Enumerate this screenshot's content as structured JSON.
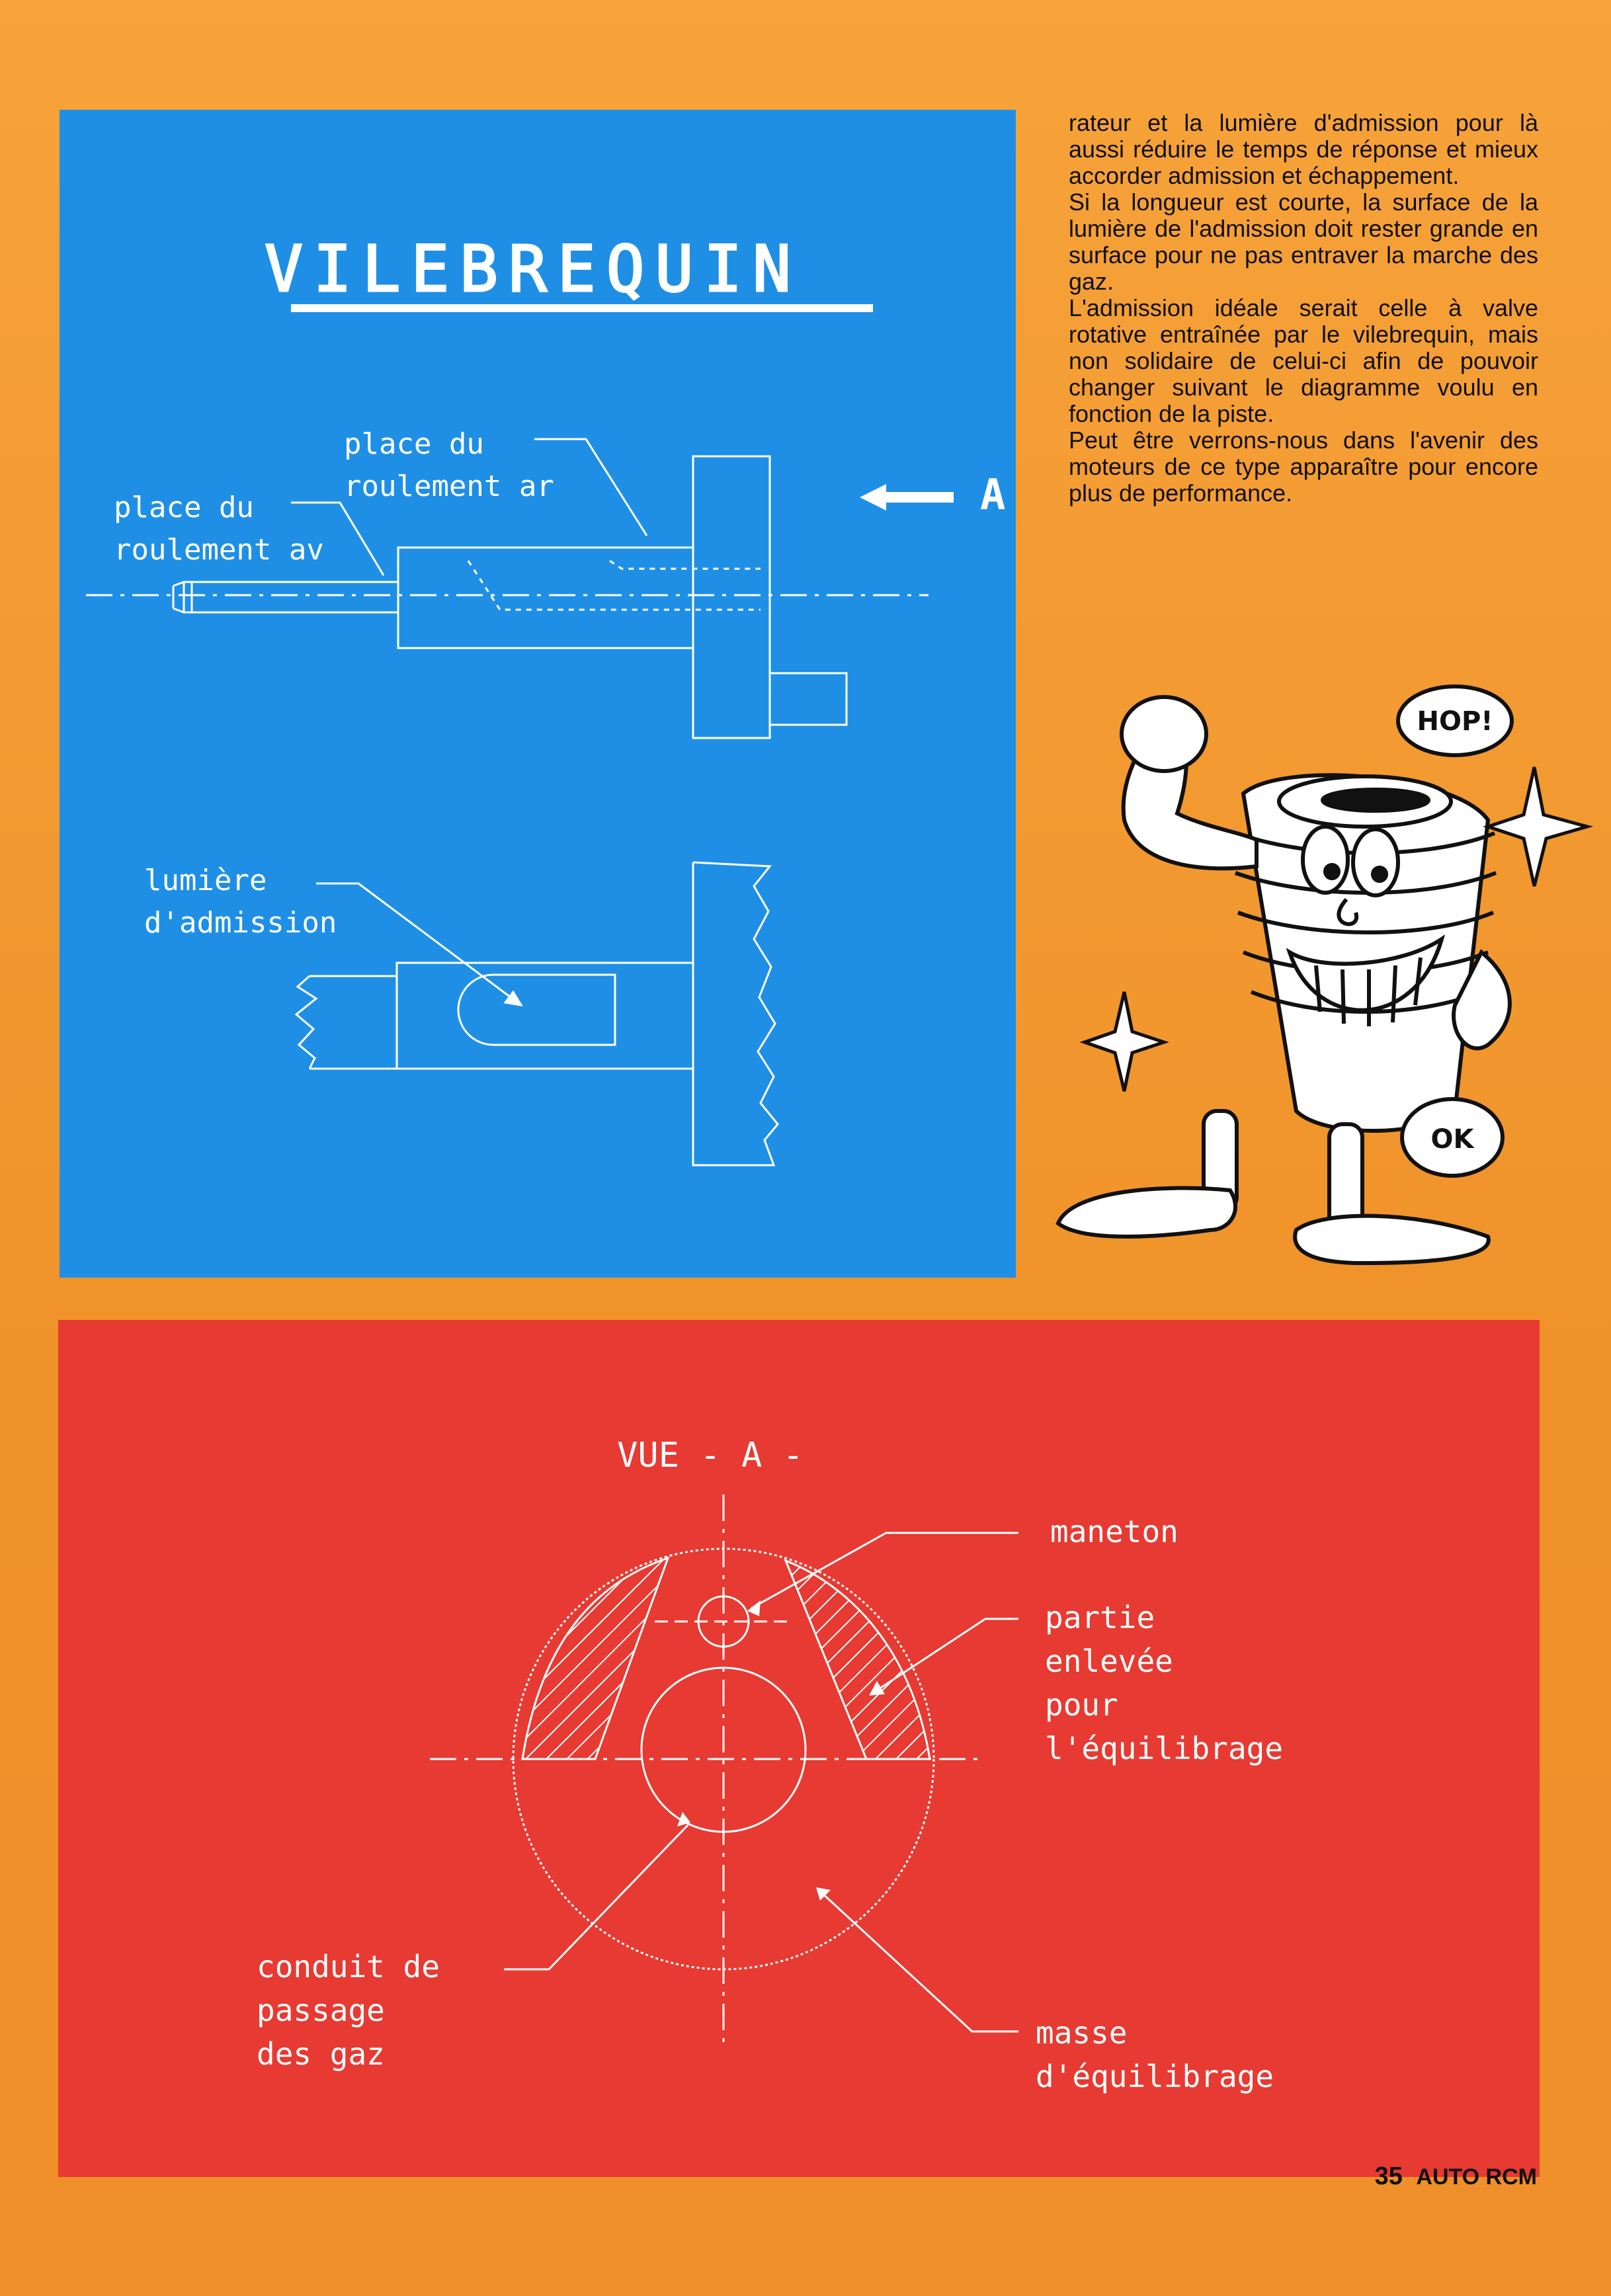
{
  "article": {
    "paragraphs": [
      "rateur et la lumière d'admission pour là aussi réduire le temps de réponse et mieux accorder admission et échappement.",
      "Si la longueur est courte, la surface de la lumière de l'admission doit rester grande en surface pour ne pas entraver la marche des gaz.",
      "L'admission idéale serait celle à valve rotative entraînée par le vilebrequin, mais non solidaire de celui-ci afin de pouvoir changer suivant le diagramme voulu en fonction de la piste.",
      "Peut être verrons-nous dans l'avenir des moteurs de ce type apparaître pour encore plus de performance."
    ]
  },
  "diagram_crankshaft": {
    "title": "VILEBREQUIN",
    "arrow_label": "A",
    "label_rear_bearing_1": "place du",
    "label_rear_bearing_2": "roulement ar",
    "label_front_bearing_1": "place du",
    "label_front_bearing_2": "roulement av",
    "label_port_1": "lumière",
    "label_port_2": "d'admission"
  },
  "diagram_view": {
    "title": "VUE - A -",
    "label_crankpin": "maneton",
    "label_removed_1": "partie",
    "label_removed_2": "enlevée",
    "label_removed_3": "pour",
    "label_removed_4": "l'équilibrage",
    "label_duct_1": "conduit de",
    "label_duct_2": "passage",
    "label_duct_3": "des gaz",
    "label_mass_1": "masse",
    "label_mass_2": "d'équilibrage"
  },
  "cartoon": {
    "speech_hop": "HOP!",
    "speech_ok": "OK"
  },
  "footer": {
    "page_number": "35",
    "magazine": "AUTO RCM"
  },
  "colors": {
    "page": "#f39a2c",
    "blue_panel": "#1f8fe6",
    "red_panel": "#e63a32",
    "line": "#ffffff"
  }
}
